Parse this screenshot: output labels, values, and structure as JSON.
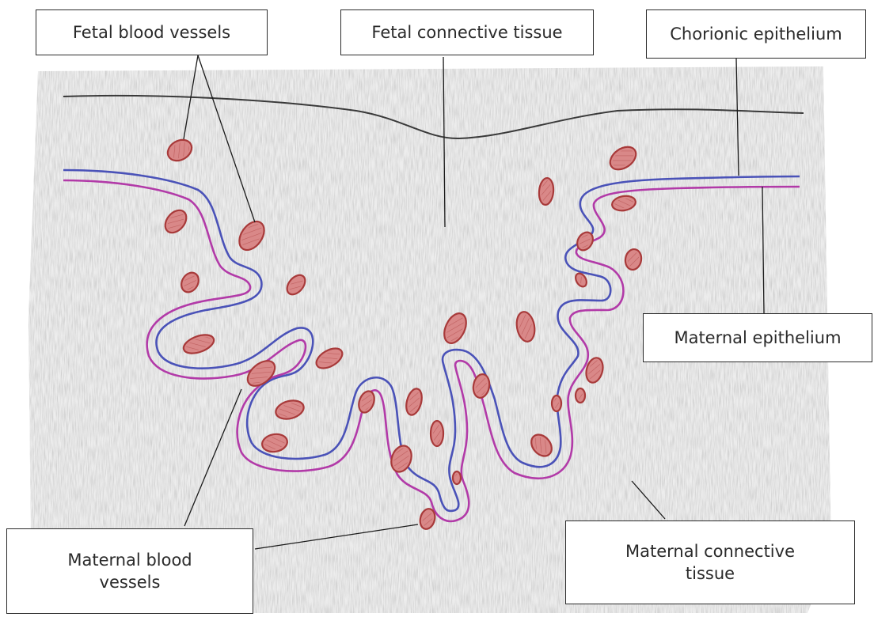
{
  "labels": {
    "fetal_blood_vessels": "Fetal blood vessels",
    "fetal_connective_tissue": "Fetal connective tissue",
    "chorionic_epithelium": "Chorionic epithelium",
    "maternal_epithelium": "Maternal epithelium",
    "maternal_blood_vessels": "Maternal blood vessels",
    "maternal_connective_tissue": "Maternal connective tissue"
  },
  "colors": {
    "chorionic_epithelium_line": "#4a52b8",
    "maternal_epithelium_line": "#b23aa8",
    "blood_vessel_fill": "#d98888",
    "blood_vessel_outline": "#a83a3a",
    "tissue_shading": "#cfcfcf",
    "surface_line": "#3a3a3a",
    "leader_line": "#1a1a1a"
  }
}
